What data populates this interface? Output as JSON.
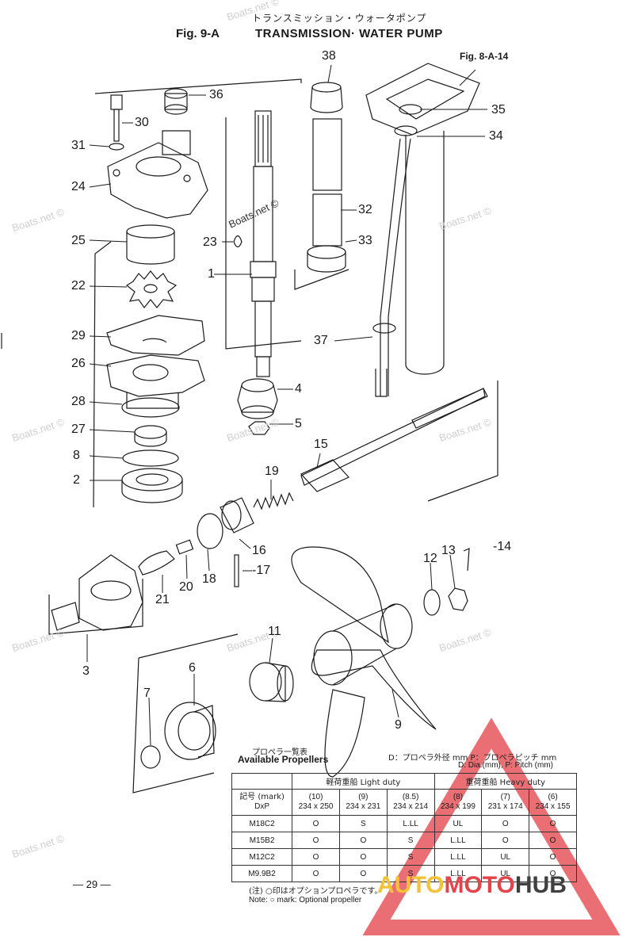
{
  "header": {
    "title_jp": "トランスミッション・ウォータポンプ",
    "fig_no": "Fig. 9-A",
    "title": "TRANSMISSION· WATER PUMP",
    "ref_fig": "Fig. 8-A-14"
  },
  "watermark": "Boats.net ©",
  "callouts": [
    {
      "id": "c38",
      "label": "38"
    },
    {
      "id": "c36",
      "label": "36"
    },
    {
      "id": "c30",
      "label": "30"
    },
    {
      "id": "c31",
      "label": "31"
    },
    {
      "id": "c24",
      "label": "24"
    },
    {
      "id": "c35",
      "label": "35"
    },
    {
      "id": "c34",
      "label": "34"
    },
    {
      "id": "c32",
      "label": "32"
    },
    {
      "id": "c33",
      "label": "33"
    },
    {
      "id": "c23",
      "label": "23"
    },
    {
      "id": "c25",
      "label": "25"
    },
    {
      "id": "c1",
      "label": "1"
    },
    {
      "id": "c22",
      "label": "22"
    },
    {
      "id": "c29",
      "label": "29"
    },
    {
      "id": "c37",
      "label": "37"
    },
    {
      "id": "c26",
      "label": "26"
    },
    {
      "id": "c4",
      "label": "4"
    },
    {
      "id": "c28",
      "label": "28"
    },
    {
      "id": "c5",
      "label": "5"
    },
    {
      "id": "c27",
      "label": "27"
    },
    {
      "id": "c8",
      "label": "8"
    },
    {
      "id": "c15",
      "label": "15"
    },
    {
      "id": "c2",
      "label": "2"
    },
    {
      "id": "c19",
      "label": "19"
    },
    {
      "id": "c16",
      "label": "16"
    },
    {
      "id": "c17",
      "label": "-17"
    },
    {
      "id": "c18",
      "label": "18"
    },
    {
      "id": "c20",
      "label": "20"
    },
    {
      "id": "c21",
      "label": "21"
    },
    {
      "id": "c12",
      "label": "12"
    },
    {
      "id": "c13",
      "label": "13"
    },
    {
      "id": "c14",
      "label": "-14"
    },
    {
      "id": "c3",
      "label": "3"
    },
    {
      "id": "c11",
      "label": "11"
    },
    {
      "id": "c6",
      "label": "6"
    },
    {
      "id": "c7",
      "label": "7"
    },
    {
      "id": "c9",
      "label": "9"
    }
  ],
  "propellers": {
    "title_jp": "プロペラ一覧表",
    "title": "Available Propellers",
    "legend_jp": "D：プロペラ外径 mm  P：プロペラピッチ mm",
    "legend_en": "D: Dia.(mm),  P: Pitch (mm)",
    "light_duty": "軽荷重船  Light duty",
    "heavy_duty": "重荷重船  Heavy duty",
    "mark_header": "記号 (mark)",
    "dxp_header": "DxP",
    "columns": [
      {
        "no": "(10)",
        "size": "234 x 250"
      },
      {
        "no": "(9)",
        "size": "234 x 231"
      },
      {
        "no": "(8.5)",
        "size": "234 x 214"
      },
      {
        "no": "(8)",
        "size": "234 x 199"
      },
      {
        "no": "(7)",
        "size": "231 x 174"
      },
      {
        "no": "(6)",
        "size": "234 x 155"
      }
    ],
    "rows": [
      {
        "mark": "M18C2",
        "values": [
          "O",
          "S",
          "L.LL",
          "UL",
          "O",
          "O"
        ]
      },
      {
        "mark": "M15B2",
        "values": [
          "O",
          "O",
          "S",
          "L.LL",
          "O",
          "O"
        ]
      },
      {
        "mark": "M12C2",
        "values": [
          "O",
          "O",
          "S",
          "L.LL",
          "UL",
          "O"
        ]
      },
      {
        "mark": "M9.9B2",
        "values": [
          "O",
          "O",
          "S",
          "L.LL",
          "UL",
          "O"
        ]
      }
    ],
    "note_jp": "(注) ○印はオプションプロペラです。",
    "note_en": "Note: ○ mark: Optional propeller"
  },
  "footer": {
    "page_no": "— 29 —"
  },
  "logo": {
    "auto": "AUTO",
    "moto": "MOTO",
    "hub": "HUB",
    "accent": "#e4434a",
    "yellow": "#f2c23a"
  }
}
